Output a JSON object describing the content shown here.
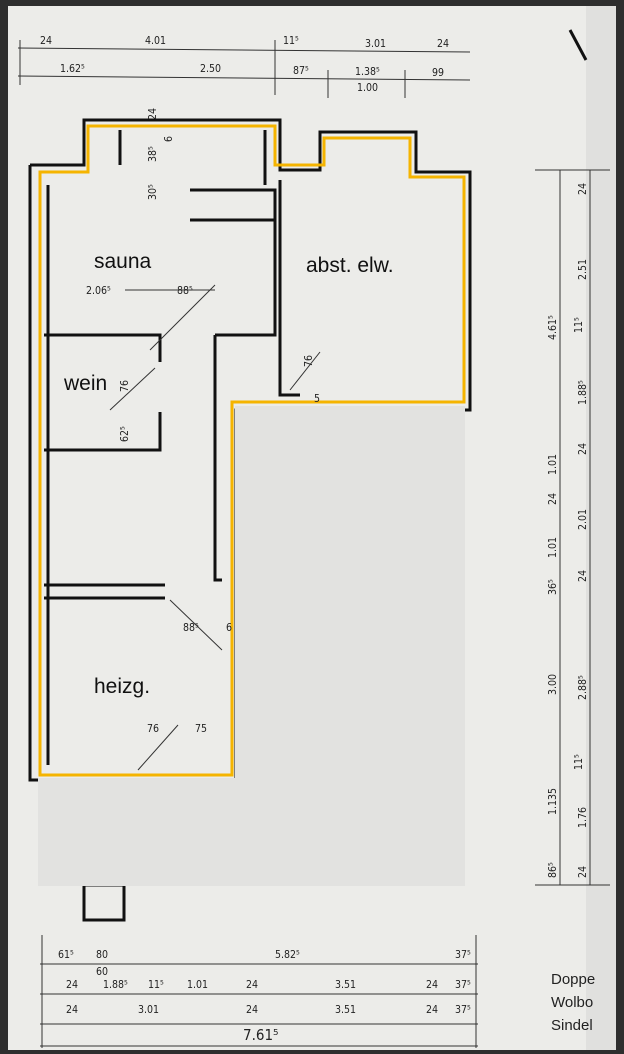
{
  "rooms": {
    "sauna": "sauna",
    "abst": "abst. elw.",
    "wein": "wein",
    "heizg": "heizg."
  },
  "title_block": [
    "Doppe",
    "Wolbo",
    "Sindel"
  ],
  "colors": {
    "outline": "#f5b400",
    "paper": "#ececea",
    "redaction": "#e2e2e0",
    "ink": "#111111"
  },
  "dims": {
    "top1": [
      "24",
      "4.01",
      "11⁵",
      "3.01",
      "24"
    ],
    "top2": [
      "1.62⁵",
      "2.50",
      "87⁵",
      "1.38⁵",
      "99",
      "1.00"
    ],
    "bottom1": [
      "61⁵",
      "80",
      "60",
      "5.82⁵",
      "37⁵"
    ],
    "bottom2": [
      "24",
      "1.88⁵",
      "11⁵",
      "1.01",
      "24",
      "3.51",
      "24",
      "37⁵"
    ],
    "bottom3": [
      "24",
      "3.01",
      "24",
      "3.51",
      "24",
      "37⁵"
    ],
    "total": "7.61⁵",
    "right1": [
      "4.61⁵",
      "1.01",
      "24",
      "1.01",
      "36⁵",
      "3.00",
      "1.135",
      "86⁵"
    ],
    "right2": [
      "24",
      "2.51",
      "11⁵",
      "1.88⁵",
      "24",
      "2.01",
      "24",
      "2.88⁵",
      "11⁵",
      "1.76",
      "24"
    ],
    "interior": [
      "24",
      "6",
      "38⁵",
      "30⁵",
      "2.06⁵",
      "88⁵",
      "76",
      "76",
      "62⁵",
      "88⁵",
      "6",
      "76",
      "75",
      "5"
    ]
  }
}
